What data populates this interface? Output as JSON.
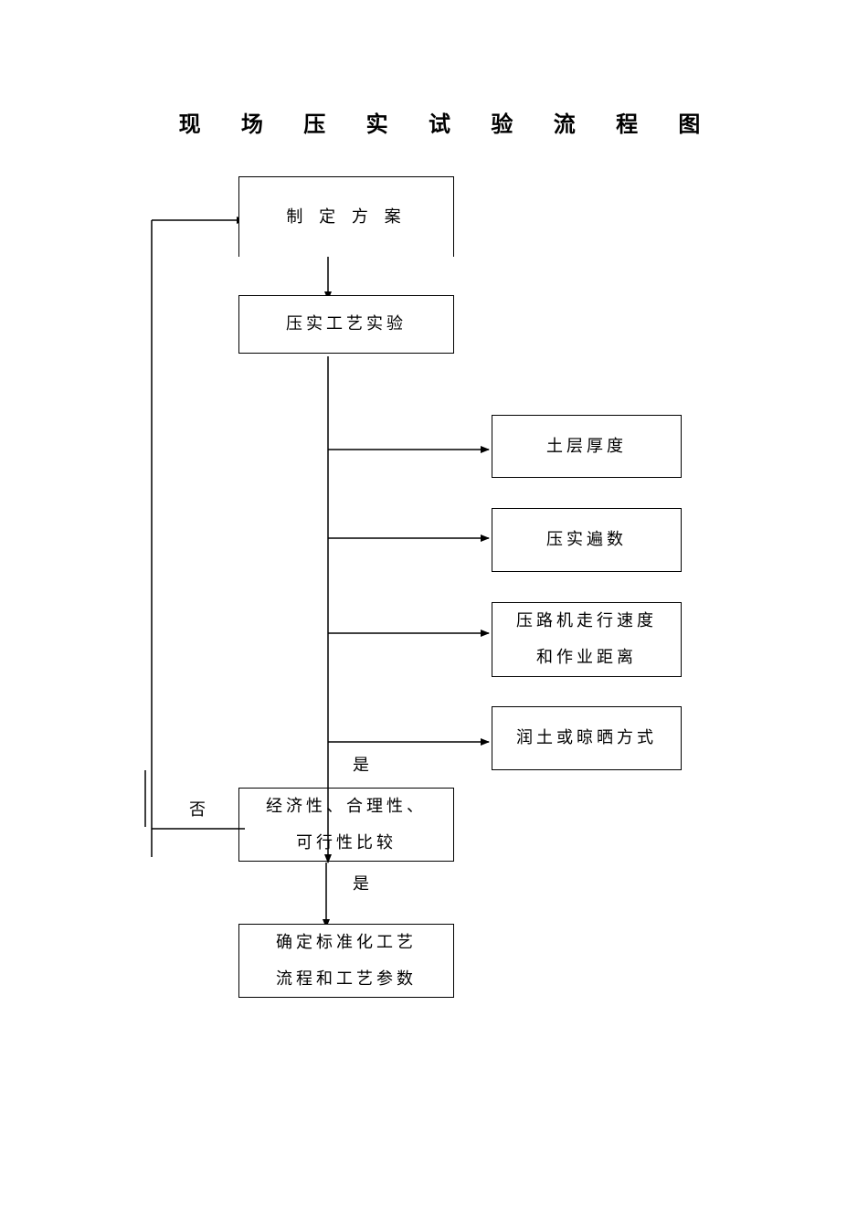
{
  "title": "现 场 压 实 试 验 流 程 图",
  "nodes": {
    "plan": "制  定  方  案",
    "compaction_test": "压实工艺实验",
    "soil_thickness": "土层厚度",
    "compaction_passes": "压实遍数",
    "roller": [
      "压路机走行速度",
      "和作业距离"
    ],
    "moisture": "润土或晾晒方式",
    "compare": [
      "经济性、合理性、",
      "可行性比较"
    ],
    "standard": [
      "确定标准化工艺",
      "流程和工艺参数"
    ]
  },
  "labels": {
    "yes_1": "是",
    "yes_2": "是",
    "no": "否"
  }
}
